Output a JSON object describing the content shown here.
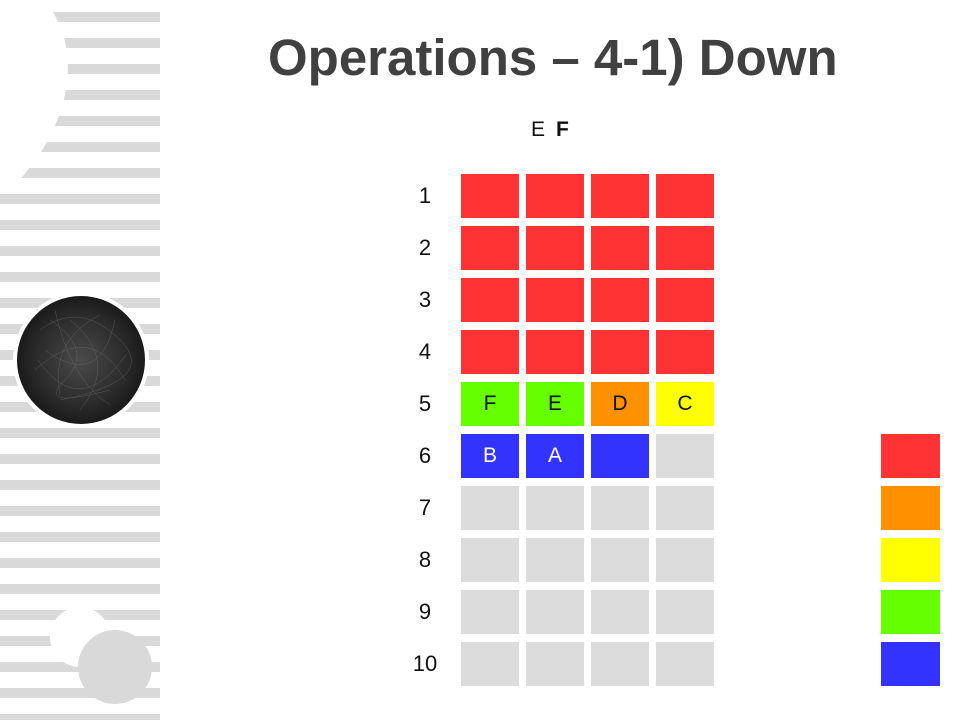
{
  "title": "Operations – 4-1) Down",
  "header": [
    "E",
    "F"
  ],
  "row_labels": [
    "1",
    "2",
    "3",
    "4",
    "5",
    "6",
    "7",
    "8",
    "9",
    "10"
  ],
  "colors": {
    "red": "#ff3333",
    "orange": "#ff9100",
    "yellow": "#ffff00",
    "green": "#66ff00",
    "blue": "#3333ff",
    "empty": "#dcdcdc",
    "title": "#404040",
    "stripe": "#d9d9d9"
  },
  "grid": [
    [
      {
        "c": "red",
        "t": ""
      },
      {
        "c": "red",
        "t": ""
      },
      {
        "c": "red",
        "t": ""
      },
      {
        "c": "red",
        "t": ""
      }
    ],
    [
      {
        "c": "red",
        "t": ""
      },
      {
        "c": "red",
        "t": ""
      },
      {
        "c": "red",
        "t": ""
      },
      {
        "c": "red",
        "t": ""
      }
    ],
    [
      {
        "c": "red",
        "t": ""
      },
      {
        "c": "red",
        "t": ""
      },
      {
        "c": "red",
        "t": ""
      },
      {
        "c": "red",
        "t": ""
      }
    ],
    [
      {
        "c": "red",
        "t": ""
      },
      {
        "c": "red",
        "t": ""
      },
      {
        "c": "red",
        "t": ""
      },
      {
        "c": "red",
        "t": ""
      }
    ],
    [
      {
        "c": "green",
        "t": "F"
      },
      {
        "c": "green",
        "t": "E"
      },
      {
        "c": "orange",
        "t": "D"
      },
      {
        "c": "yellow",
        "t": "C"
      }
    ],
    [
      {
        "c": "blue",
        "t": "B"
      },
      {
        "c": "blue",
        "t": "A"
      },
      {
        "c": "blue",
        "t": ""
      },
      {
        "c": "empty",
        "t": ""
      }
    ],
    [
      {
        "c": "empty",
        "t": ""
      },
      {
        "c": "empty",
        "t": ""
      },
      {
        "c": "empty",
        "t": ""
      },
      {
        "c": "empty",
        "t": ""
      }
    ],
    [
      {
        "c": "empty",
        "t": ""
      },
      {
        "c": "empty",
        "t": ""
      },
      {
        "c": "empty",
        "t": ""
      },
      {
        "c": "empty",
        "t": ""
      }
    ],
    [
      {
        "c": "empty",
        "t": ""
      },
      {
        "c": "empty",
        "t": ""
      },
      {
        "c": "empty",
        "t": ""
      },
      {
        "c": "empty",
        "t": ""
      }
    ],
    [
      {
        "c": "empty",
        "t": ""
      },
      {
        "c": "empty",
        "t": ""
      },
      {
        "c": "empty",
        "t": ""
      },
      {
        "c": "empty",
        "t": ""
      }
    ]
  ],
  "legend": [
    "red",
    "orange",
    "yellow",
    "green",
    "blue"
  ]
}
